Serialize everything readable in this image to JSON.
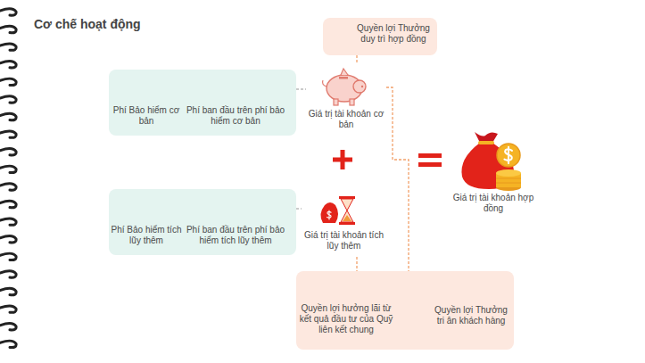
{
  "diagram": {
    "title": "Cơ chế hoạt động",
    "nodes": [
      {
        "text": [
          "Quyền lợi Thưởng duy trì hợp đồng"
        ]
      },
      {
        "text": [
          "Phí Bảo hiểm cơ bản",
          "Phí ban đầu trên phí bảo hiểm cơ bản"
        ]
      },
      {
        "text": [
          "Giá trị tài khoản cơ bản"
        ]
      },
      {
        "text": [
          "Phí Bảo hiểm tích lũy thêm",
          "Phí ban đầu trên phí bảo hiểm tích lũy thêm"
        ]
      },
      {
        "text": [
          "Giá trị tài khoản tích lũy thêm"
        ]
      },
      {
        "text": [
          "Giá trị tài khoản hợp đồng"
        ]
      },
      {
        "text": [
          "Quyền lợi hưởng lãi từ kết quả đầu tư của Quỹ liên kết chung",
          "Quyền lợi Thưởng tri ân khách hàng"
        ]
      }
    ],
    "edges": [
      {
        "from": 0,
        "to": 2,
        "arrow": "none"
      },
      {
        "from": 1,
        "to": 2,
        "arrow": "none"
      },
      {
        "from": 3,
        "to": 4,
        "arrow": "none"
      },
      {
        "from": 2,
        "to": 6,
        "arrow": "none"
      },
      {
        "from": 4,
        "to": 6,
        "arrow": "none"
      }
    ]
  }
}
